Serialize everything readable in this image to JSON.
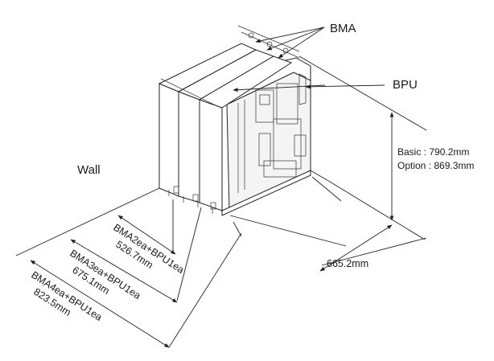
{
  "labels": {
    "bma": "BMA",
    "bpu": "BPU",
    "wall": "Wall"
  },
  "height_spec": {
    "basic": "Basic : 790.2mm",
    "option": "Option : 869.3mm"
  },
  "depth": "665.2mm",
  "widths": [
    {
      "config": "BMA2ea+BPU1ea",
      "value": "526.7mm"
    },
    {
      "config": "BMA3ea+BPU1ea",
      "value": "675.1mm"
    },
    {
      "config": "BMA4ea+BPU1ea",
      "value": "823.5mm"
    }
  ]
}
